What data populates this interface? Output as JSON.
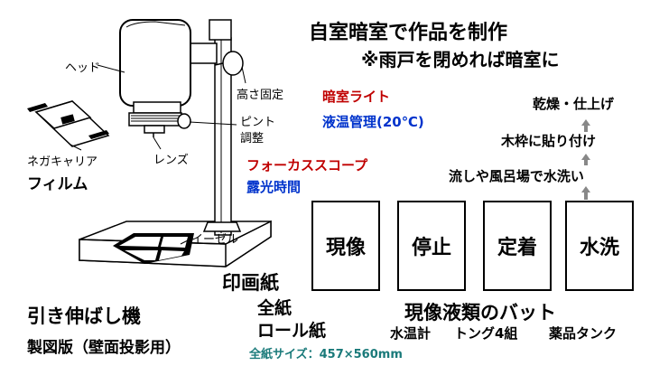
{
  "title": "自室暗室で作品を制作",
  "subtitle": "※雨戸を閉めれば暗室に",
  "enlarger": {
    "head": "ヘッド",
    "height_lock": "高さ固定",
    "focus_line1": "ピント",
    "focus_line2": "調整",
    "neg_carrier": "ネガキャリア",
    "film": "フィルム",
    "lens": "レンズ",
    "easel": "イーゼル",
    "name": "引き伸ばし機",
    "model": "製図版（壁面投影用）"
  },
  "equipment": {
    "safelight": "暗室ライト",
    "temp_control": "液温管理(20℃)",
    "focus_scope": "フォーカススコープ",
    "exposure_time": "露光時間"
  },
  "paper": {
    "title": "印画紙",
    "sheet": "全紙",
    "roll": "ロール紙",
    "size": "全紙サイズ：457×560mm"
  },
  "process": {
    "step1": "流しや風呂場で水洗い",
    "step2": "木枠に貼り付け",
    "step3": "乾燥・仕上げ"
  },
  "trays": [
    "現像",
    "停止",
    "定着",
    "水洗"
  ],
  "trays_title": "現像液類のバット",
  "trays_items": [
    "水温計",
    "トング4組",
    "薬品タンク"
  ],
  "colors": {
    "red": "#c00000",
    "blue": "#0033cc",
    "teal": "#1a7a7a",
    "arrow": "#888888"
  }
}
